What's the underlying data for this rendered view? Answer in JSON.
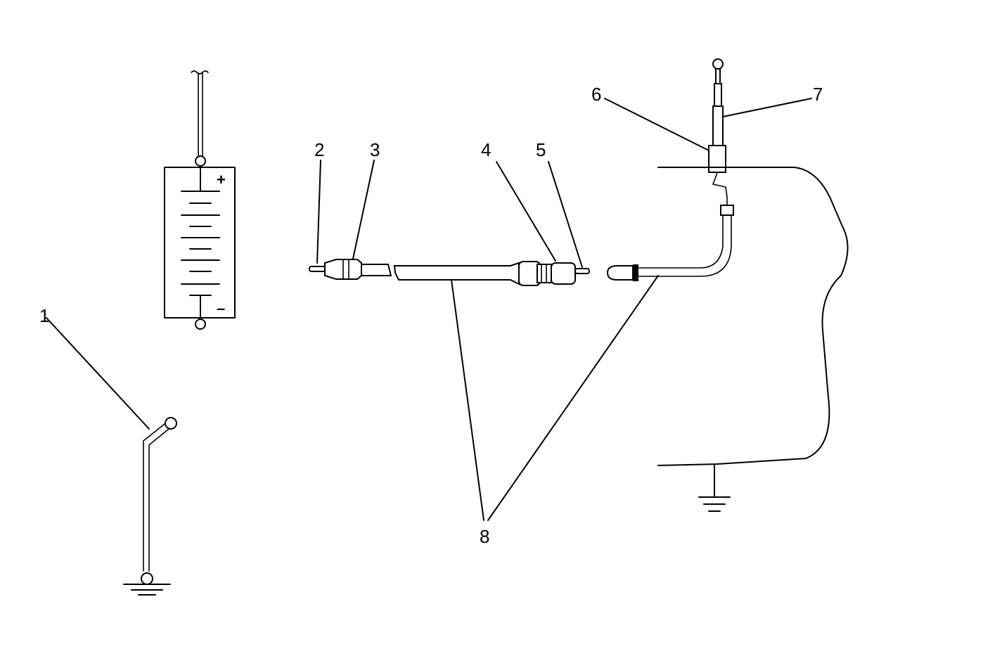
{
  "labels": {
    "l1": "1",
    "l2": "2",
    "l3": "3",
    "l4": "4",
    "l5": "5",
    "l6": "6",
    "l7": "7",
    "l8": "8"
  },
  "battery": {
    "positive_sign": "+",
    "negative_sign": "–"
  }
}
